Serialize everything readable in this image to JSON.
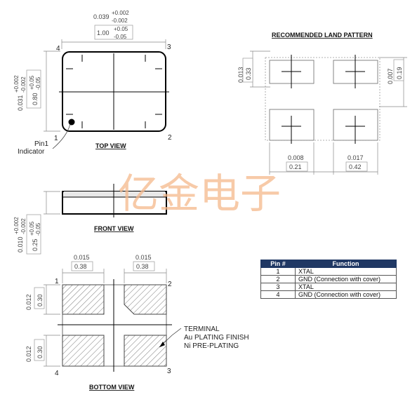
{
  "watermark": "亿金电子",
  "top_view": {
    "title": "TOP VIEW",
    "width_in_main": "0.039",
    "width_in_tol_plus": "+0.002",
    "width_in_tol_minus": "-0.002",
    "width_mm_main": "1.00",
    "width_mm_tol_plus": "+0.05",
    "width_mm_tol_minus": "-0.05",
    "height_in_main": "0.031",
    "height_in_tol_plus": "+0.002",
    "height_in_tol_minus": "-0.002",
    "height_mm_main": "0.80",
    "height_mm_tol_plus": "+0.05",
    "height_mm_tol_minus": "-0.05",
    "pin1": "1",
    "pin2": "2",
    "pin3": "3",
    "pin4": "4",
    "indicator_line1": "Pin1",
    "indicator_line2": "Indicator"
  },
  "land_pattern": {
    "title": "RECOMMENDED LAND PATTERN",
    "left_in": "0.013",
    "left_mm": "0.33",
    "right_in": "0.007",
    "right_mm": "0.19",
    "bottom1_in": "0.008",
    "bottom1_mm": "0.21",
    "bottom2_in": "0.017",
    "bottom2_mm": "0.42"
  },
  "front_view": {
    "title": "FRONT VIEW",
    "height_in_main": "0.010",
    "height_in_tol_plus": "+0.002",
    "height_in_tol_minus": "-0.002",
    "height_mm_main": "0.25",
    "height_mm_tol_plus": "+0.05",
    "height_mm_tol_minus": "-0.05"
  },
  "bottom_view": {
    "title": "BOTTOM VIEW",
    "pad_width_left_in": "0.015",
    "pad_width_left_mm": "0.38",
    "pad_width_right_in": "0.015",
    "pad_width_right_mm": "0.38",
    "pad_height_top_in": "0.012",
    "pad_height_top_mm": "0.30",
    "pad_height_bottom_in": "0.012",
    "pad_height_bottom_mm": "0.30",
    "pin1": "1",
    "pin2": "2",
    "pin3": "3",
    "pin4": "4",
    "terminal_line1": "TERMINAL",
    "terminal_line2": "Au PLATING FINISH",
    "terminal_line3": "Ni PRE-PLATING"
  },
  "pin_table": {
    "header_pin": "Pin #",
    "header_function": "Function",
    "rows": [
      {
        "pin": "1",
        "function": "XTAL"
      },
      {
        "pin": "2",
        "function": "GND (Connection with cover)"
      },
      {
        "pin": "3",
        "function": "XTAL"
      },
      {
        "pin": "4",
        "function": "GND (Connection with cover)"
      }
    ]
  }
}
